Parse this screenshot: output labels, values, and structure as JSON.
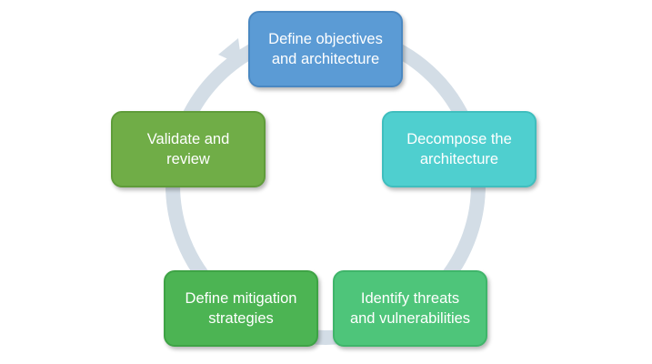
{
  "diagram": {
    "type": "cycle",
    "connector_color": "#d3dde6",
    "steps": [
      {
        "label_lines": [
          "Define objectives",
          "and architecture"
        ],
        "color": "#5b9bd5"
      },
      {
        "label_lines": [
          "Decompose the",
          "architecture"
        ],
        "color": "#4fcfcf"
      },
      {
        "label_lines": [
          "Identify threats",
          "and vulnerabilities"
        ],
        "color": "#4ec57a"
      },
      {
        "label_lines": [
          "Define mitigation",
          "strategies"
        ],
        "color": "#4cb453"
      },
      {
        "label_lines": [
          "Validate and",
          "review"
        ],
        "color": "#70ad47"
      }
    ]
  }
}
